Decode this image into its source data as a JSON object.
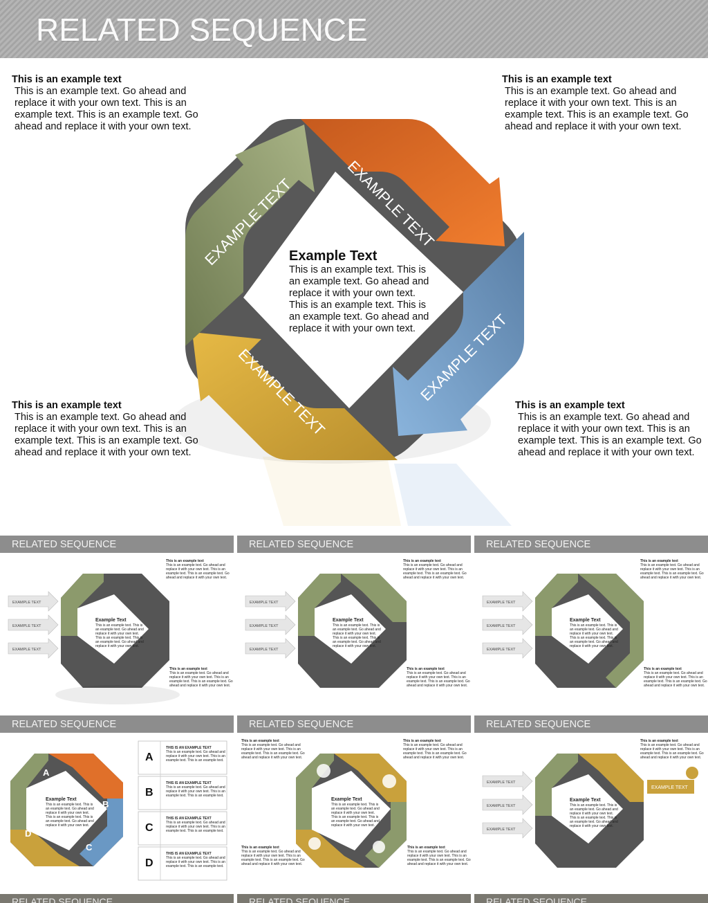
{
  "header": {
    "title": "RELATED SEQUENCE"
  },
  "colors": {
    "orange": "#e0702a",
    "blue": "#6a98c4",
    "yellow": "#c9a13c",
    "green": "#8c9a6c",
    "gray": "#555555",
    "header_bg": "#aaaaaa"
  },
  "main": {
    "arrows": {
      "green": "EXAMPLE TEXT",
      "orange": "EXAMPLE TEXT",
      "blue": "EXAMPLE TEXT",
      "yellow": "EXAMPLE TEXT"
    },
    "center": {
      "title": "Example Text",
      "body": "This is an example text. This is an example text. Go ahead and replace it with your own text. This is an example text. This is an example text. Go ahead and replace it with your own text."
    },
    "corners": [
      {
        "heading": "This is an example text",
        "body": "This is an example text. Go ahead and replace it with your own text. This is an example text. This is an example text. Go ahead and replace it with your own text."
      },
      {
        "heading": "This is an example text",
        "body": "This is an example text. Go ahead and replace it with your own text. This is an example text. This is an example text. Go ahead and replace it with your own text."
      },
      {
        "heading": "This is an example text",
        "body": "This is an example text. Go ahead and replace it with your own text. This is an example text. This is an example text. Go ahead and replace it with your own text."
      },
      {
        "heading": "This is an example text",
        "body": "This is an example text. Go ahead and replace it with your own text. This is an example text. This is an example text. Go ahead and replace it with your own text."
      }
    ]
  },
  "thumbnails": {
    "title": "RELATED SEQUENCE",
    "arrow_label": "EXAMPLE TEXT",
    "center_title": "Example Text",
    "center_body": "This is an example text. This is an example text. Go ahead and replace it with your own text. This is an example text. This is an example text. Go ahead and replace it with your own text.",
    "note_heading": "This is an example text",
    "note_body": "This is an example text. Go ahead and replace it with your own text. This is an example text. This is an example text. Go ahead and replace it with your own text.",
    "letters": [
      "A",
      "B",
      "C",
      "D"
    ],
    "list_heading": "THIS IS AN EXAMPLE TEXT",
    "list_body": "This is an example text. Go ahead and replace it with your own text. This is an example text. This is an example text."
  }
}
